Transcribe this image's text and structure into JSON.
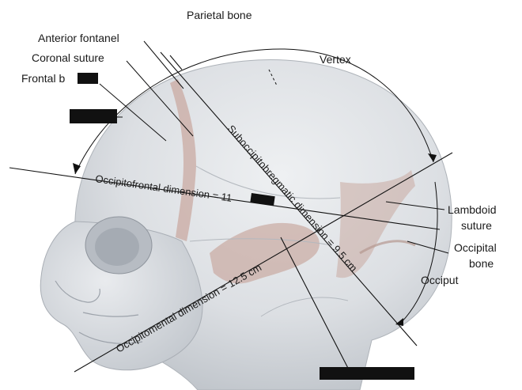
{
  "labels": {
    "parietal_bone": "Parietal bone",
    "anterior_fontanel": "Anterior fontanel",
    "coronal_suture": "Coronal suture",
    "frontal_bone": "Frontal b",
    "vertex": "Vertex",
    "lambdoid_suture_line1": "Lambdoid",
    "lambdoid_suture_line2": "suture",
    "occipital_bone_line1": "Occipital",
    "occipital_bone_line2": "bone",
    "occiput": "Occiput"
  },
  "dimensions": {
    "occipitofrontal": "Occipitofrontal dimension = 11",
    "suboccipitobregmatic": "Suboccipitobregmatic dimension = 9.5 cm",
    "occipitomental": "Occipitomental dimension = 12.5 cm"
  },
  "colors": {
    "skull_fill": "#dcdfe3",
    "skull_shade": "#c8ccd2",
    "suture_tint": "#c9a9a1",
    "line": "#111111"
  }
}
